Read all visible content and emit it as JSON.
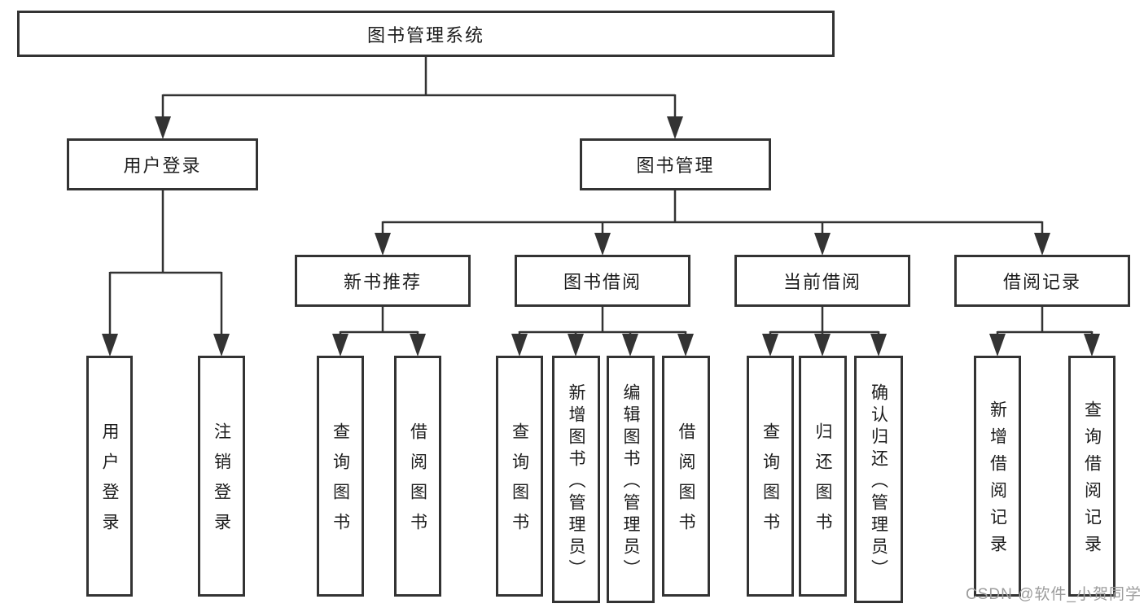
{
  "diagram": {
    "root": {
      "label": "图书管理系统"
    },
    "level2": [
      {
        "id": "user-login",
        "label": "用户登录"
      },
      {
        "id": "book-management",
        "label": "图书管理"
      }
    ],
    "level3": [
      {
        "id": "new-book-recommend",
        "label": "新书推荐"
      },
      {
        "id": "book-borrow",
        "label": "图书借阅"
      },
      {
        "id": "current-borrow",
        "label": "当前借阅"
      },
      {
        "id": "borrow-records",
        "label": "借阅记录"
      }
    ],
    "leaves": {
      "user_login": [
        {
          "label": "用户登录"
        },
        {
          "label": "注销登录"
        }
      ],
      "new_book_recommend": [
        {
          "label": "查询图书"
        },
        {
          "label": "借阅图书"
        }
      ],
      "book_borrow": [
        {
          "label": "查询图书"
        },
        {
          "label": "新增图书（管理员）"
        },
        {
          "label": "编辑图书（管理员）"
        },
        {
          "label": "借阅图书"
        }
      ],
      "current_borrow": [
        {
          "label": "查询图书"
        },
        {
          "label": "归还图书"
        },
        {
          "label": "确认归还（管理员）"
        }
      ],
      "borrow_records": [
        {
          "label": "新增借阅记录"
        },
        {
          "label": "查询借阅记录"
        }
      ]
    },
    "watermark": "CSDN @软件_小贺同学",
    "colors": {
      "line": "#333333",
      "box_border": "#333333",
      "text": "#1c1c1c",
      "watermark": "#9c9c9c",
      "background": "#ffffff"
    }
  }
}
